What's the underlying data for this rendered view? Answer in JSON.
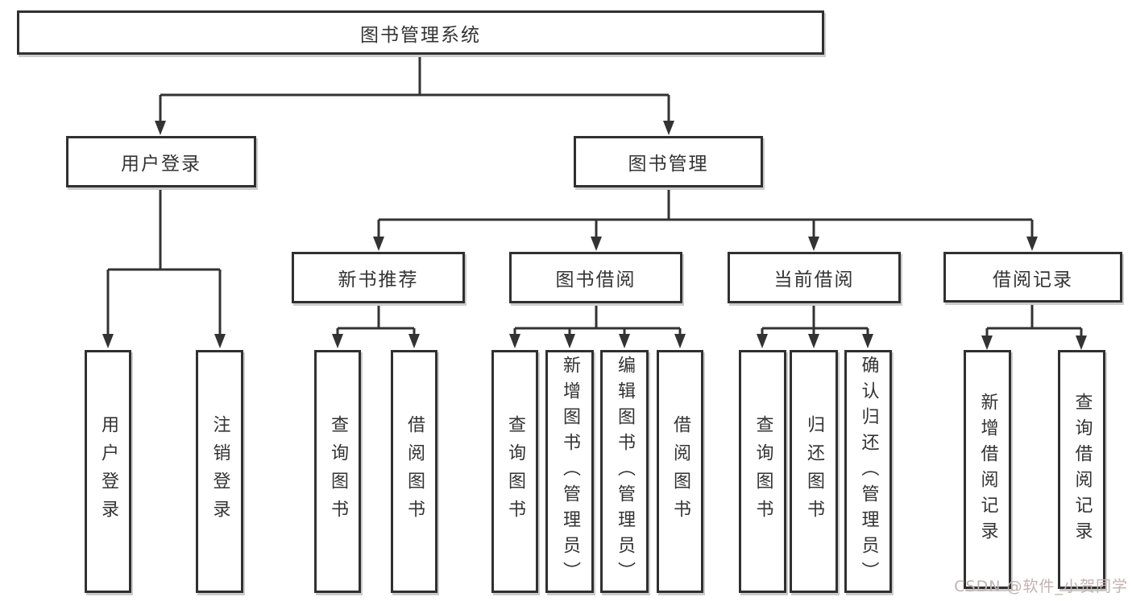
{
  "diagram": {
    "root": {
      "label": "图书管理系统"
    },
    "level2": [
      {
        "label": "用户登录"
      },
      {
        "label": "图书管理"
      }
    ],
    "level3": [
      {
        "label": "新书推荐"
      },
      {
        "label": "图书借阅"
      },
      {
        "label": "当前借阅"
      },
      {
        "label": "借阅记录"
      }
    ],
    "leaves": [
      {
        "label": "用户登录"
      },
      {
        "label": "注销登录"
      },
      {
        "label": "查询图书"
      },
      {
        "label": "借阅图书"
      },
      {
        "label": "查询图书"
      },
      {
        "label": "新增图书（管理员）"
      },
      {
        "label": "编辑图书（管理员）"
      },
      {
        "label": "借阅图书"
      },
      {
        "label": "查询图书"
      },
      {
        "label": "归还图书"
      },
      {
        "label": "确认归还（管理员）"
      },
      {
        "label": "新增借阅记录"
      },
      {
        "label": "查询借阅记录"
      }
    ],
    "colors": {
      "line": "#333333",
      "box_border": "#303030",
      "box_fill": "#ffffff",
      "text": "#333333",
      "watermark": "#c3b2b2"
    },
    "watermark": {
      "text": "CSDN @软件_小贺同学"
    }
  }
}
